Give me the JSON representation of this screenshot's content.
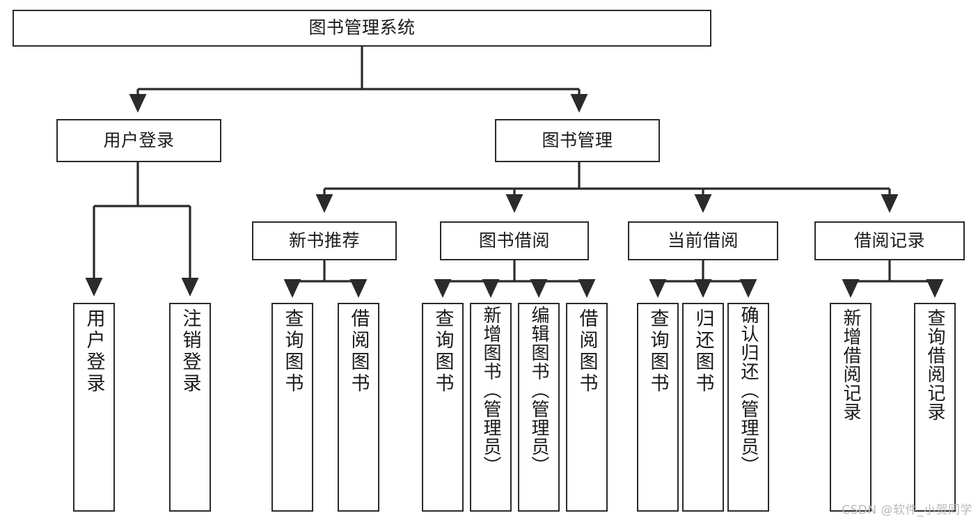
{
  "diagram": {
    "title": "图书管理系统",
    "type": "tree-hierarchy",
    "watermark": "CSDN @软件_小贺同学",
    "colors": {
      "stroke": "#2b2b2b",
      "fill": "#ffffff",
      "text": "#1a1a1a",
      "watermark": "#b9b9b9"
    },
    "levels": {
      "root": {
        "label": "图书管理系统"
      },
      "level2": [
        {
          "label": "用户登录"
        },
        {
          "label": "图书管理"
        }
      ],
      "level3": [
        {
          "label": "新书推荐"
        },
        {
          "label": "图书借阅"
        },
        {
          "label": "当前借阅"
        },
        {
          "label": "借阅记录"
        }
      ],
      "leaves": {
        "user_login": [
          {
            "label": "用户登录"
          },
          {
            "label": "注销登录"
          }
        ],
        "new_book": [
          {
            "label": "查询图书"
          },
          {
            "label": "借阅图书"
          }
        ],
        "book_borrow": [
          {
            "label": "查询图书"
          },
          {
            "label": "新增图书（管理员）"
          },
          {
            "label": "编辑图书（管理员）"
          },
          {
            "label": "借阅图书"
          }
        ],
        "current_borrow": [
          {
            "label": "查询图书"
          },
          {
            "label": "归还图书"
          },
          {
            "label": "确认归还（管理员）"
          }
        ],
        "borrow_record": [
          {
            "label": "新增借阅记录"
          },
          {
            "label": "查询借阅记录"
          }
        ]
      }
    }
  }
}
